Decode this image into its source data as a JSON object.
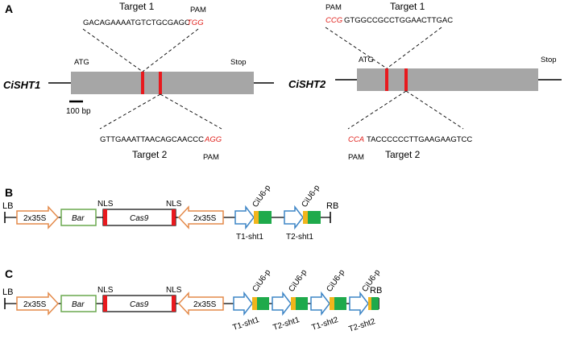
{
  "colors": {
    "gene_box": "#a6a6a6",
    "target_mark": "#e8191e",
    "pam_text": "#e0201b",
    "promoter_arrow": "#e48a4a",
    "bar_box": "#6aa84f",
    "u6_arrow": "#3d85c6",
    "sgrna_yellow": "#f1b51c",
    "sgrna_green": "#1faa4b",
    "nls": "#e8191e"
  },
  "panel_a": {
    "label": "A",
    "gene1": {
      "name": "CiSHT1",
      "atg": "ATG",
      "stop": "Stop",
      "scale": "100 bp",
      "target1": {
        "title": "Target 1",
        "pam_label": "PAM",
        "seq": "GACAGAAAATGTCTGCGAGC",
        "pam": "TGG"
      },
      "target2": {
        "title": "Target 2",
        "pam_label": "PAM",
        "seq": "GTTGAAATTAACAGCAACCC",
        "pam": "AGG"
      }
    },
    "gene2": {
      "name": "CiSHT2",
      "atg": "ATG",
      "stop": "Stop",
      "target1": {
        "title": "Target 1",
        "pam_label": "PAM",
        "pam": "CCG",
        "seq": "GTGGCCGCCTGGAACTTGAC"
      },
      "target2": {
        "title": "Target 2",
        "pam_label": "PAM",
        "pam": "CCA",
        "seq": "TACCCCCCTTGAAGAAGTCC"
      }
    }
  },
  "panel_b": {
    "label": "B",
    "lb": "LB",
    "rb": "RB",
    "promoter1": "2x35S",
    "bar": "Bar",
    "nls_left": "NLS",
    "nls_right": "NLS",
    "cas9": "Cas9",
    "promoter2": "2x35S",
    "u6": [
      "CiU6-p",
      "CiU6-p"
    ],
    "sgrnas": [
      "T1-sht1",
      "T2-sht1"
    ]
  },
  "panel_c": {
    "label": "C",
    "lb": "LB",
    "rb": "RB",
    "promoter1": "2x35S",
    "bar": "Bar",
    "nls_left": "NLS",
    "nls_right": "NLS",
    "cas9": "Cas9",
    "promoter2": "2x35S",
    "u6": [
      "CiU6-p",
      "CiU6-p",
      "CiU6-p",
      "CiU6-p"
    ],
    "sgrnas": [
      "T1-sht1",
      "T2-sht1",
      "T1-sht2",
      "T2-sht2"
    ]
  }
}
